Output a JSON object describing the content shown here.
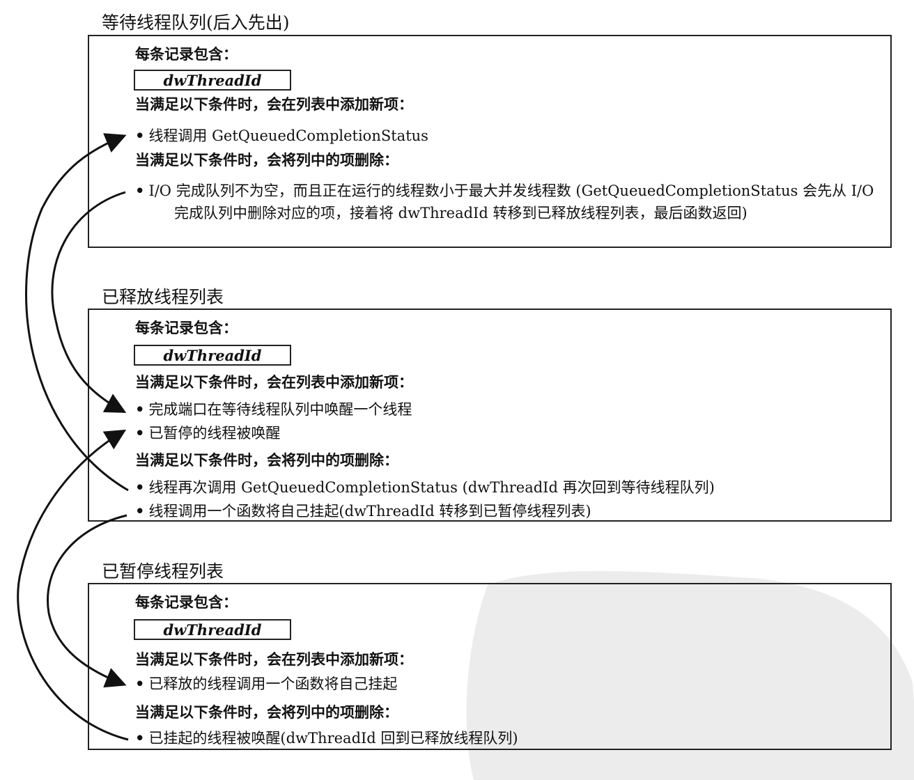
{
  "sections": [
    {
      "title": "等待线程队列(后入先出)",
      "record_heading": "每条记录包含：",
      "field": "dwThreadId",
      "add_heading": "当满足以下条件时，会在列表中添加新项：",
      "add_items": [
        "线程调用 GetQueuedCompletionStatus"
      ],
      "remove_heading": "当满足以下条件时，会将列中的项删除：",
      "remove_items": [
        "I/O 完成队列不为空，而且正在运行的线程数小于最大并发线程数 (GetQueuedCompletionStatus 会先从 I/O 完成队列中删除对应的项，接着将 dwThreadId 转移到已释放线程列表，最后函数返回)"
      ]
    },
    {
      "title": "已释放线程列表",
      "record_heading": "每条记录包含：",
      "field": "dwThreadId",
      "add_heading": "当满足以下条件时，会在列表中添加新项：",
      "add_items": [
        "完成端口在等待线程队列中唤醒一个线程",
        "已暂停的线程被唤醒"
      ],
      "remove_heading": "当满足以下条件时，会将列中的项删除：",
      "remove_items": [
        "线程再次调用 GetQueuedCompletionStatus (dwThreadId 再次回到等待线程队列)",
        "线程调用一个函数将自己挂起(dwThreadId 转移到已暂停线程列表)"
      ]
    },
    {
      "title": "已暂停线程列表",
      "record_heading": "每条记录包含：",
      "field": "dwThreadId",
      "add_heading": "当满足以下条件时，会在列表中添加新项：",
      "add_items": [
        "已释放的线程调用一个函数将自己挂起"
      ],
      "remove_heading": "当满足以下条件时，会将列中的项删除：",
      "remove_items": [
        "已挂起的线程被唤醒(dwThreadId 回到已释放线程队列)"
      ]
    }
  ],
  "bullet": "•",
  "colors": {
    "ink": "#111111",
    "border": "#222222",
    "watermark": "#e6e6e6"
  }
}
